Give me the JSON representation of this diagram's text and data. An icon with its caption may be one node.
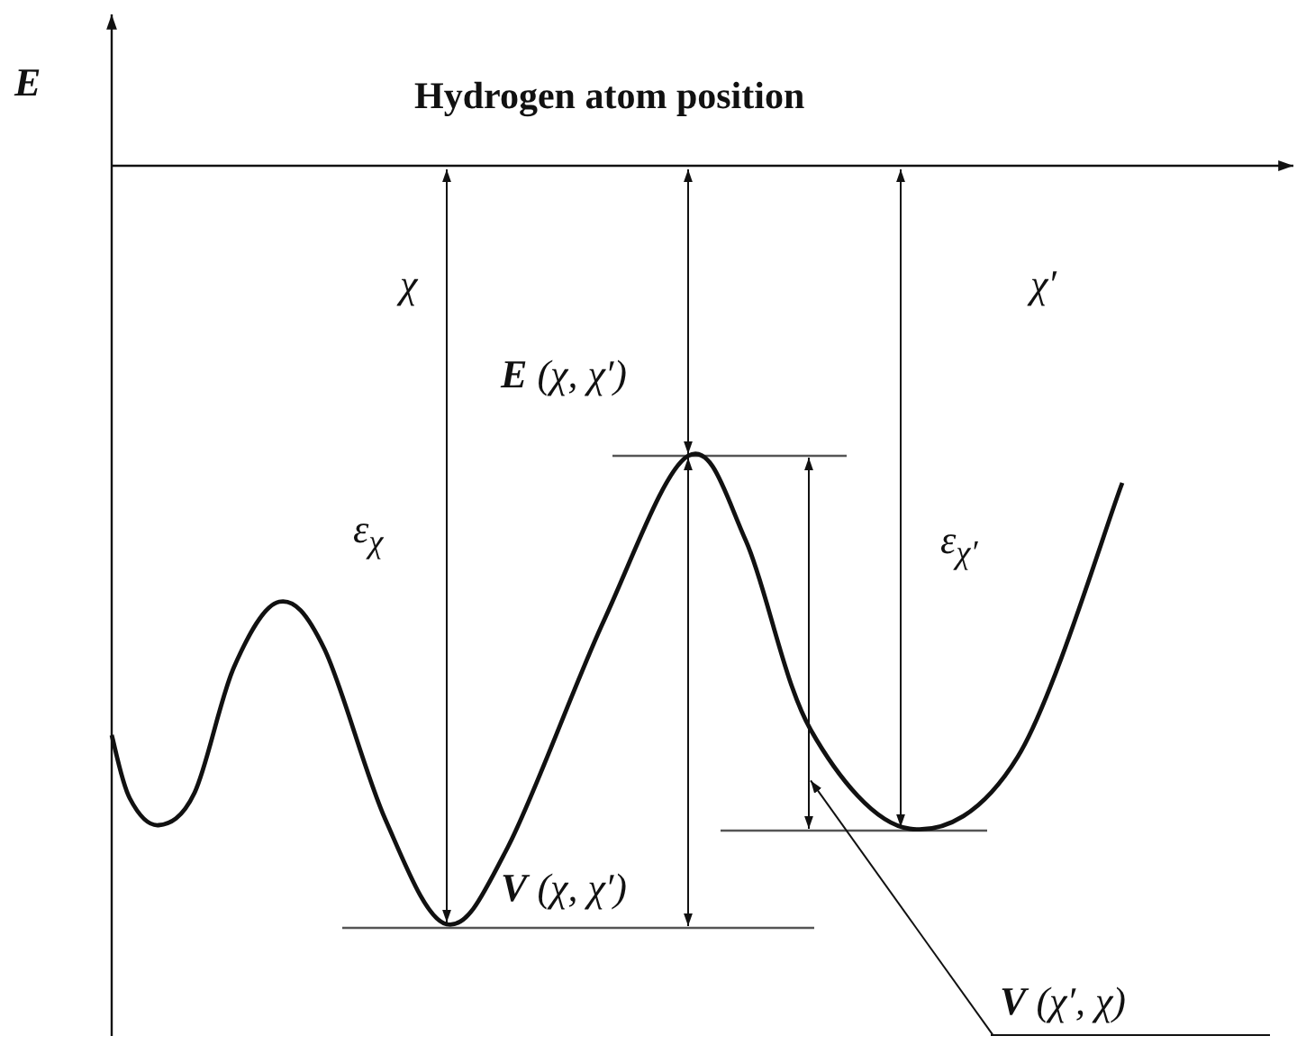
{
  "diagram": {
    "nodes": [
      {
        "text": [
          "**V** (χ′, χ)"
        ]
      },
      {
        "text": [],
        "shape": "line"
      }
    ],
    "edges": [
      {
        "from": 0,
        "to": 1,
        "arrow": "to"
      }
    ],
    "labels": [
      "E",
      "Hydrogen atom position",
      "χ",
      "**E** (χ, χ′)",
      "χ′",
      "ε$_{χ}$",
      "ε$_{χ′}$",
      "**V** (χ, χ′)"
    ]
  }
}
